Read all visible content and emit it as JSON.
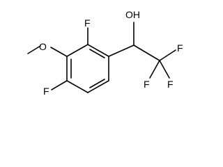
{
  "molecule": {
    "labels": {
      "f_ring_top": "F",
      "methoxy_o": "O",
      "f_ring_bottom": "F",
      "hydroxyl": "OH",
      "cf3_f_right": "F",
      "cf3_f_bottom_left": "F",
      "cf3_f_bottom_right": "F"
    }
  }
}
